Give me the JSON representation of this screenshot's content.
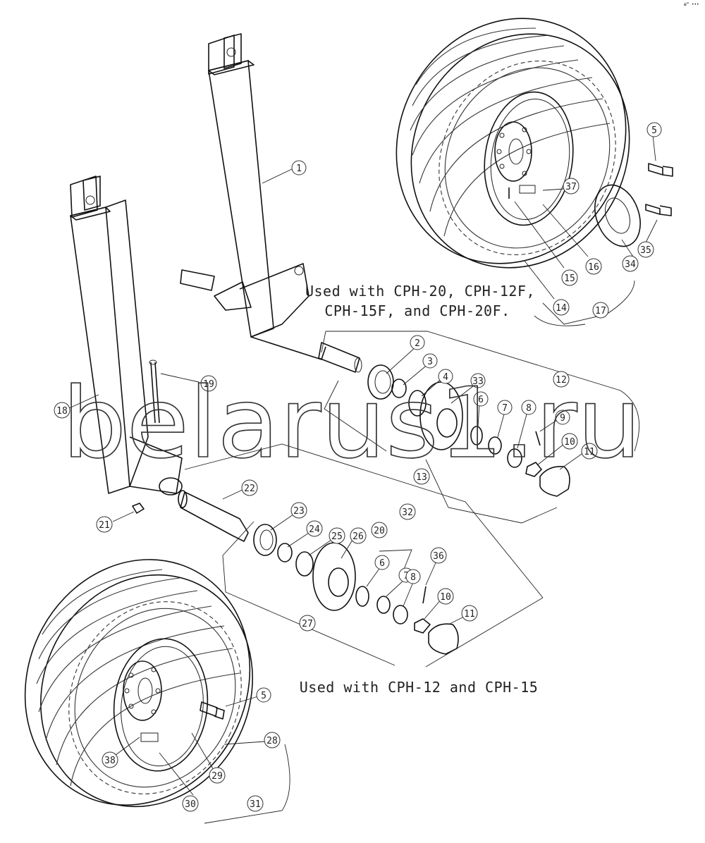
{
  "diagram": {
    "notes": {
      "upper": [
        "Used with CPH-20, CPH-12F,",
        "CPH-15F, and CPH-20F."
      ],
      "lower": "Used with CPH-12 and CPH-15"
    },
    "watermark": "belarus1.ru",
    "corner_mark": "æ™ •••",
    "callouts": {
      "c1": "1",
      "c2": "2",
      "c3": "3",
      "c4": "4",
      "c5a": "5",
      "c5b": "5",
      "c6a": "6",
      "c6b": "6",
      "c7a": "7",
      "c7b": "7",
      "c8a": "8",
      "c8b": "8",
      "c9": "9",
      "c10a": "10",
      "c10b": "10",
      "c11a": "11",
      "c11b": "11",
      "c12": "12",
      "c13": "13",
      "c14": "14",
      "c15": "15",
      "c16": "16",
      "c17": "17",
      "c18": "18",
      "c19": "19",
      "c20": "20",
      "c21": "21",
      "c22": "22",
      "c23": "23",
      "c24": "24",
      "c25": "25",
      "c26": "26",
      "c27": "27",
      "c28": "28",
      "c29": "29",
      "c30": "30",
      "c31": "31",
      "c32": "32",
      "c33": "33",
      "c34": "34",
      "c35": "35",
      "c36": "36",
      "c37": "37",
      "c38": "38"
    }
  }
}
